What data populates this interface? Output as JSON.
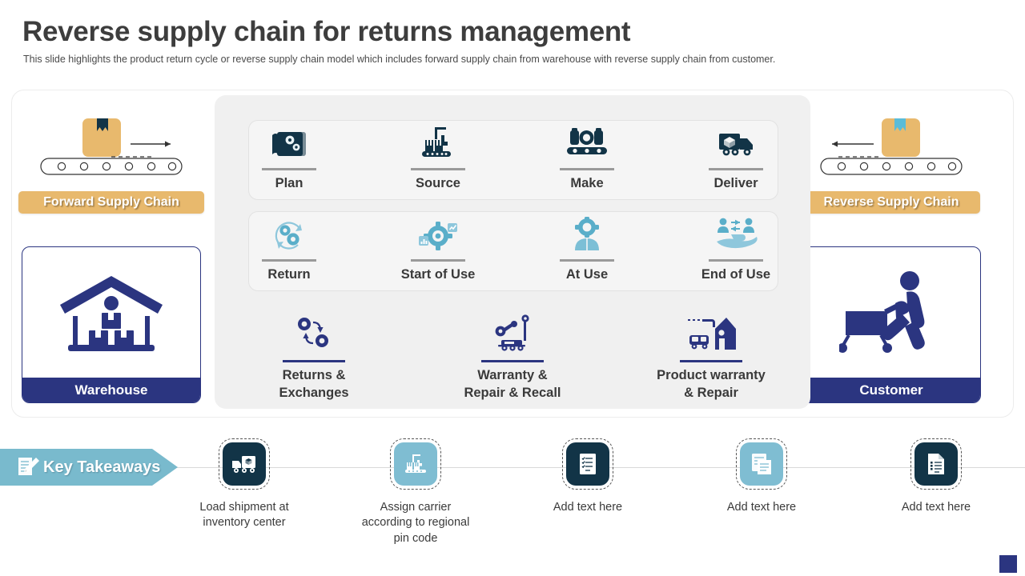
{
  "header": {
    "title": "Reverse supply chain for returns management",
    "subtitle": "This slide highlights the product return cycle or reverse supply chain model which includes forward supply chain from warehouse with reverse supply chain from customer."
  },
  "colors": {
    "badge_gold": "#E8B96D",
    "navy": "#2B3580",
    "dark_navy_icon": "#123447",
    "teal": "#79BACD",
    "panel_grey": "#F0F0F0",
    "royal_blue": "#2B3580"
  },
  "left_column": {
    "conveyor_icon": "conveyor-box-right-arrow-icon",
    "badge_label": "Forward Supply Chain",
    "entity": {
      "icon": "warehouse-icon",
      "label": "Warehouse"
    }
  },
  "right_column": {
    "conveyor_icon": "conveyor-box-left-arrow-icon",
    "badge_label": "Reverse Supply Chain",
    "entity": {
      "icon": "customer-shopping-cart-icon",
      "label": "Customer"
    }
  },
  "center": {
    "row1": [
      {
        "label": "Plan",
        "icon": "blueprint-gears-icon"
      },
      {
        "label": "Source",
        "icon": "crane-conveyor-icon"
      },
      {
        "label": "Make",
        "icon": "production-line-icon"
      },
      {
        "label": "Deliver",
        "icon": "delivery-truck-icon"
      }
    ],
    "row2": [
      {
        "label": "Return",
        "icon": "recycle-gears-icon"
      },
      {
        "label": "Start of Use",
        "icon": "gear-analytics-icon"
      },
      {
        "label": "At Use",
        "icon": "user-gear-icon"
      },
      {
        "label": "End of  Use",
        "icon": "handover-people-icon"
      }
    ],
    "row3": [
      {
        "label": "Returns &\nExchanges",
        "icon": "two-gears-cycle-icon"
      },
      {
        "label": "Warranty &\nRepair & Recall",
        "icon": "robot-arm-repair-icon"
      },
      {
        "label": "Product warranty\n& Repair",
        "icon": "van-house-service-icon"
      }
    ],
    "connectors": [
      {
        "name": "left-elbow-arrow-right",
        "direction": "right"
      },
      {
        "name": "right-elbow-arrow-left",
        "direction": "left"
      }
    ]
  },
  "key_takeaways": {
    "banner_label": "Key Takeaways",
    "banner_icon": "document-pencil-icon",
    "items": [
      {
        "label": "Load shipment at\ninventory  center",
        "icon": "truck-box-icon",
        "tile": "dark"
      },
      {
        "label": "Assign carrier\naccording to regional\npin code",
        "icon": "crane-conveyor-icon",
        "tile": "light"
      },
      {
        "label": "Add text here",
        "icon": "checklist-icon",
        "tile": "dark"
      },
      {
        "label": "Add text here",
        "icon": "copy-document-icon",
        "tile": "light"
      },
      {
        "label": "Add text here",
        "icon": "document-lines-icon",
        "tile": "dark"
      }
    ]
  }
}
